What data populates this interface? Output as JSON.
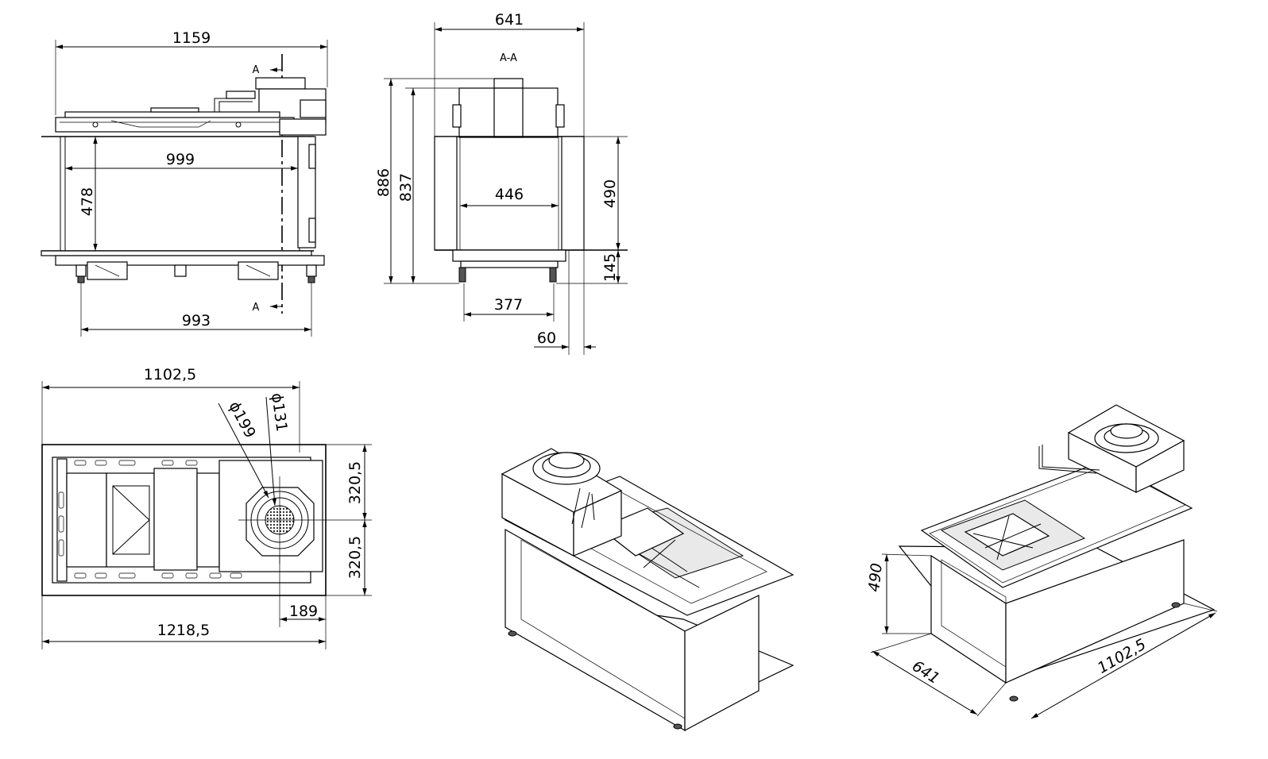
{
  "front_view": {
    "overall_width": "1159",
    "glass_width": "999",
    "glass_height": "478",
    "feet_spacing": "993",
    "section_mark_top": "A",
    "section_mark_bottom": "A"
  },
  "section_view": {
    "title": "A-A",
    "overall_depth": "641",
    "overall_height": "886",
    "body_height": "837",
    "inner_depth": "446",
    "opening_height": "490",
    "base_height": "145",
    "feet_depth": "377",
    "offset": "60"
  },
  "top_view": {
    "width": "1102,5",
    "overall_width": "1218,5",
    "flue_outer_diameter": "ϕ199",
    "flue_inner_diameter": "ϕ131",
    "half_depth_top": "320,5",
    "half_depth_bottom": "320,5",
    "flue_offset": "189"
  },
  "iso_view_right": {
    "height": "490",
    "depth": "641",
    "width": "1102,5"
  }
}
